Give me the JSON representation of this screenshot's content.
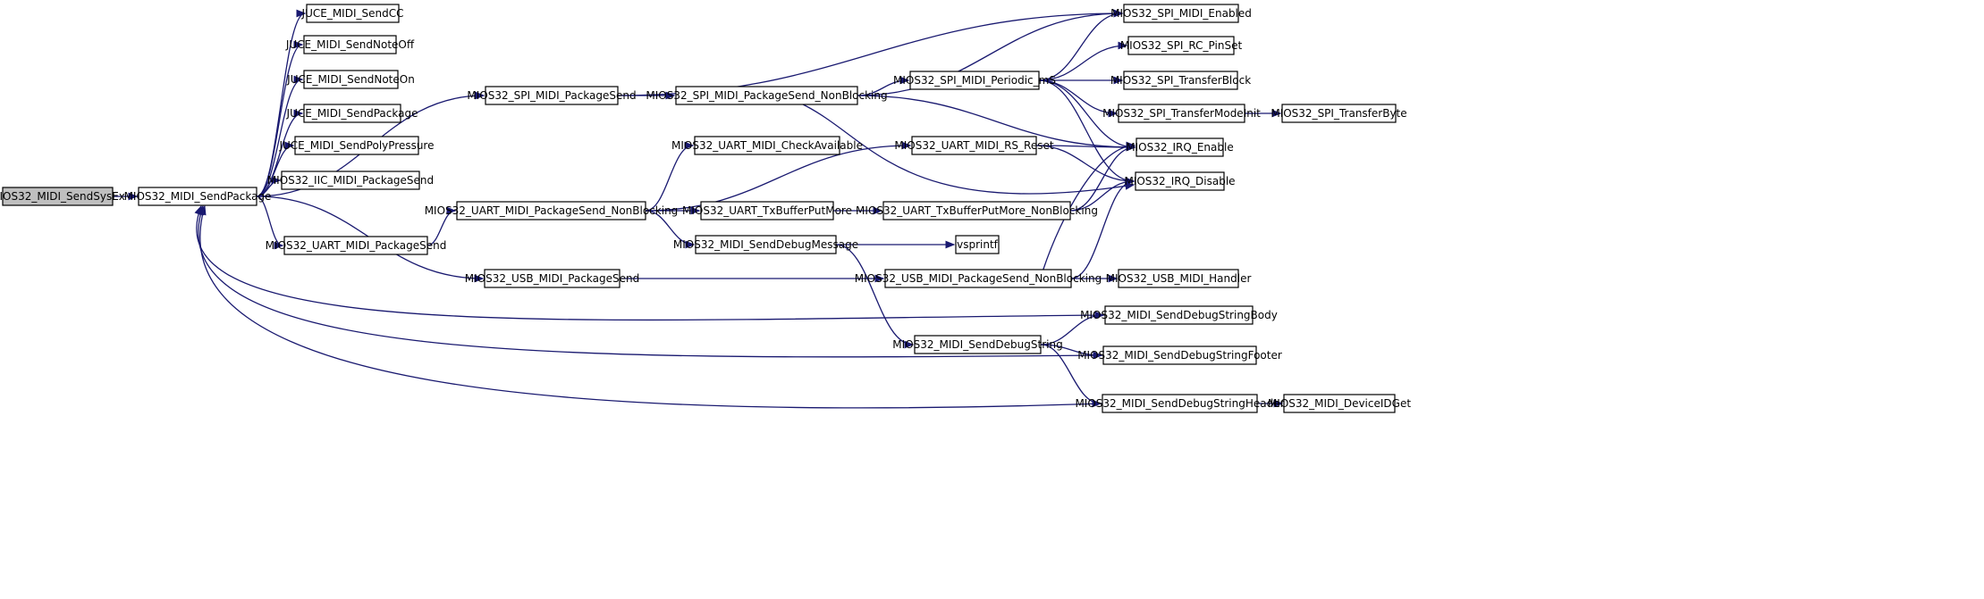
{
  "nodes": [
    {
      "id": "sendsysex",
      "label": "MIOS32_MIDI_SendSysEx",
      "root": true
    },
    {
      "id": "sendpackage",
      "label": "MIOS32_MIDI_SendPackage"
    },
    {
      "id": "juce_cc",
      "label": "JUCE_MIDI_SendCC"
    },
    {
      "id": "juce_noteoff",
      "label": "JUCE_MIDI_SendNoteOff"
    },
    {
      "id": "juce_noteon",
      "label": "JUCE_MIDI_SendNoteOn"
    },
    {
      "id": "juce_package",
      "label": "JUCE_MIDI_SendPackage"
    },
    {
      "id": "juce_poly",
      "label": "JUCE_MIDI_SendPolyPressure"
    },
    {
      "id": "iic_send",
      "label": "MIOS32_IIC_MIDI_PackageSend"
    },
    {
      "id": "uart_send",
      "label": "MIOS32_UART_MIDI_PackageSend"
    },
    {
      "id": "spi_send",
      "label": "MIOS32_SPI_MIDI_PackageSend"
    },
    {
      "id": "usb_send",
      "label": "MIOS32_USB_MIDI_PackageSend"
    },
    {
      "id": "uart_send_nb",
      "label": "MIOS32_UART_MIDI_PackageSend_NonBlocking"
    },
    {
      "id": "spi_send_nb",
      "label": "MIOS32_SPI_MIDI_PackageSend_NonBlocking"
    },
    {
      "id": "uart_checkavail",
      "label": "MIOS32_UART_MIDI_CheckAvailable"
    },
    {
      "id": "uart_txputmore",
      "label": "MIOS32_UART_TxBufferPutMore"
    },
    {
      "id": "senddebugmsg",
      "label": "MIOS32_MIDI_SendDebugMessage"
    },
    {
      "id": "spi_periodic",
      "label": "MIOS32_SPI_MIDI_Periodic_mS"
    },
    {
      "id": "uart_rsreset",
      "label": "MIOS32_UART_MIDI_RS_Reset"
    },
    {
      "id": "uart_txputmore_nb",
      "label": "MIOS32_UART_TxBufferPutMore_NonBlocking"
    },
    {
      "id": "vsprintf",
      "label": "vsprintf"
    },
    {
      "id": "usb_send_nb",
      "label": "MIOS32_USB_MIDI_PackageSend_NonBlocking"
    },
    {
      "id": "senddebugstring",
      "label": "MIOS32_MIDI_SendDebugString"
    },
    {
      "id": "spi_enabled",
      "label": "MIOS32_SPI_MIDI_Enabled"
    },
    {
      "id": "spi_rcpinset",
      "label": "MIOS32_SPI_RC_PinSet"
    },
    {
      "id": "spi_transferblock",
      "label": "MIOS32_SPI_TransferBlock"
    },
    {
      "id": "spi_transfermodeinit",
      "label": "MIOS32_SPI_TransferModeInit"
    },
    {
      "id": "irq_enable",
      "label": "MIOS32_IRQ_Enable"
    },
    {
      "id": "irq_disable",
      "label": "MIOS32_IRQ_Disable"
    },
    {
      "id": "usb_handler",
      "label": "MIOS32_USB_MIDI_Handler"
    },
    {
      "id": "dbg_body",
      "label": "MIOS32_MIDI_SendDebugStringBody"
    },
    {
      "id": "dbg_footer",
      "label": "MIOS32_MIDI_SendDebugStringFooter"
    },
    {
      "id": "dbg_header",
      "label": "MIOS32_MIDI_SendDebugStringHeader"
    },
    {
      "id": "spi_transferbyte",
      "label": "MIOS32_SPI_TransferByte"
    },
    {
      "id": "deviceidget",
      "label": "MIOS32_MIDI_DeviceIDGet"
    }
  ],
  "edges": [
    {
      "from": "sendsysex",
      "to": "sendpackage"
    },
    {
      "from": "sendpackage",
      "to": "juce_cc"
    },
    {
      "from": "sendpackage",
      "to": "juce_noteoff"
    },
    {
      "from": "sendpackage",
      "to": "juce_noteon"
    },
    {
      "from": "sendpackage",
      "to": "juce_package"
    },
    {
      "from": "sendpackage",
      "to": "juce_poly"
    },
    {
      "from": "sendpackage",
      "to": "iic_send"
    },
    {
      "from": "sendpackage",
      "to": "uart_send"
    },
    {
      "from": "sendpackage",
      "to": "spi_send"
    },
    {
      "from": "sendpackage",
      "to": "usb_send"
    },
    {
      "from": "uart_send",
      "to": "uart_send_nb"
    },
    {
      "from": "spi_send",
      "to": "spi_send_nb"
    },
    {
      "from": "spi_send",
      "to": "spi_enabled"
    },
    {
      "from": "uart_send_nb",
      "to": "uart_checkavail"
    },
    {
      "from": "uart_send_nb",
      "to": "uart_rsreset"
    },
    {
      "from": "uart_send_nb",
      "to": "uart_txputmore"
    },
    {
      "from": "uart_send_nb",
      "to": "senddebugmsg"
    },
    {
      "from": "spi_send_nb",
      "to": "spi_enabled"
    },
    {
      "from": "spi_send_nb",
      "to": "spi_periodic"
    },
    {
      "from": "spi_send_nb",
      "to": "irq_enable"
    },
    {
      "from": "spi_send_nb",
      "to": "irq_disable"
    },
    {
      "from": "spi_periodic",
      "to": "spi_enabled"
    },
    {
      "from": "spi_periodic",
      "to": "spi_rcpinset"
    },
    {
      "from": "spi_periodic",
      "to": "spi_transferblock"
    },
    {
      "from": "spi_periodic",
      "to": "spi_transfermodeinit"
    },
    {
      "from": "spi_periodic",
      "to": "irq_enable"
    },
    {
      "from": "spi_periodic",
      "to": "irq_disable"
    },
    {
      "from": "spi_transfermodeinit",
      "to": "spi_transferbyte"
    },
    {
      "from": "uart_rsreset",
      "to": "irq_enable"
    },
    {
      "from": "uart_rsreset",
      "to": "irq_disable"
    },
    {
      "from": "uart_txputmore",
      "to": "uart_txputmore_nb"
    },
    {
      "from": "uart_txputmore_nb",
      "to": "irq_enable"
    },
    {
      "from": "uart_txputmore_nb",
      "to": "irq_disable"
    },
    {
      "from": "senddebugmsg",
      "to": "vsprintf"
    },
    {
      "from": "senddebugmsg",
      "to": "senddebugstring"
    },
    {
      "from": "usb_send",
      "to": "usb_send_nb"
    },
    {
      "from": "usb_send_nb",
      "to": "irq_enable"
    },
    {
      "from": "usb_send_nb",
      "to": "irq_disable"
    },
    {
      "from": "usb_send_nb",
      "to": "usb_handler"
    },
    {
      "from": "senddebugstring",
      "to": "dbg_body"
    },
    {
      "from": "senddebugstring",
      "to": "dbg_footer"
    },
    {
      "from": "senddebugstring",
      "to": "dbg_header"
    },
    {
      "from": "dbg_body",
      "to": "sendpackage"
    },
    {
      "from": "dbg_footer",
      "to": "sendpackage"
    },
    {
      "from": "dbg_header",
      "to": "sendpackage"
    },
    {
      "from": "dbg_header",
      "to": "deviceidget"
    }
  ]
}
